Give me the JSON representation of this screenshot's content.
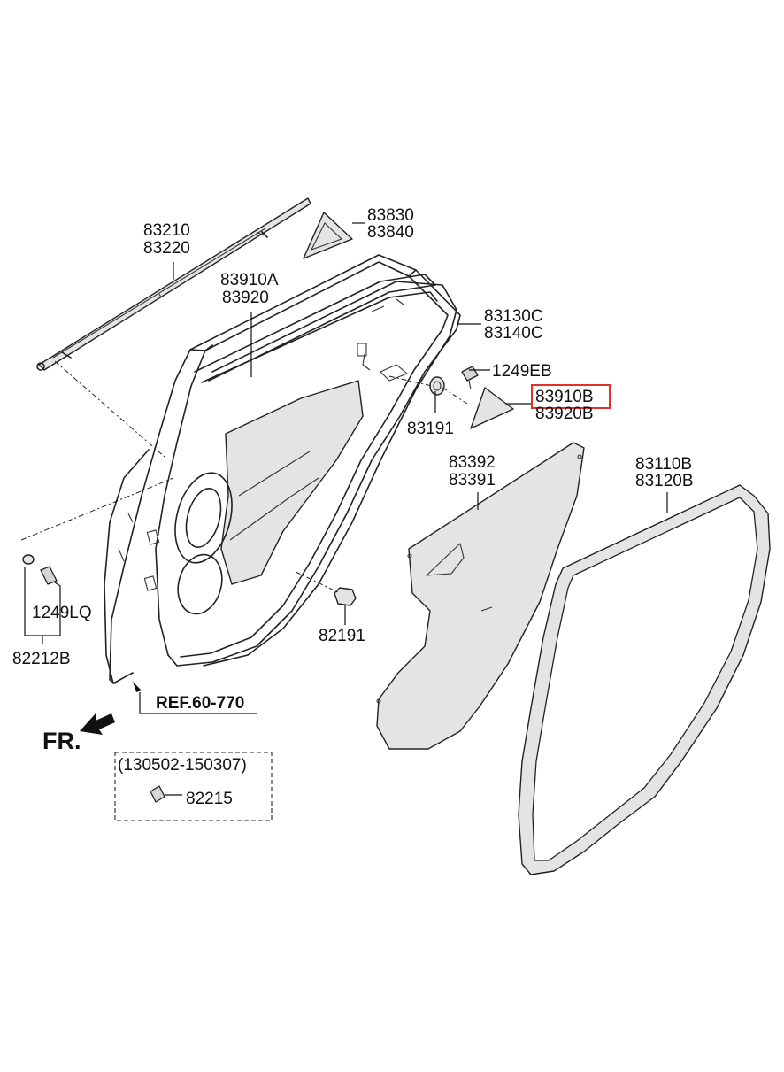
{
  "labels": {
    "p83210": "83210",
    "p83220": "83220",
    "p83830": "83830",
    "p83840": "83840",
    "p83910A": "83910A",
    "p83920_left": "83920",
    "p83130C": "83130C",
    "p83140C": "83140C",
    "p1249EB": "1249EB",
    "p83910B": "83910B",
    "p83920B": "83920B",
    "p83191": "83191",
    "p83392": "83392",
    "p83391": "83391",
    "p83110B": "83110B",
    "p83120B": "83120B",
    "p1249LQ": "1249LQ",
    "p82212B": "82212B",
    "p82191": "82191",
    "ref": "REF.60-770",
    "fr": "FR.",
    "date_range": "(130502-150307)",
    "p82215": "82215"
  },
  "highlight": {
    "part": "83910B",
    "color": "#e03030"
  },
  "colors": {
    "line": "#222222",
    "fill": "#e4e4e4"
  }
}
